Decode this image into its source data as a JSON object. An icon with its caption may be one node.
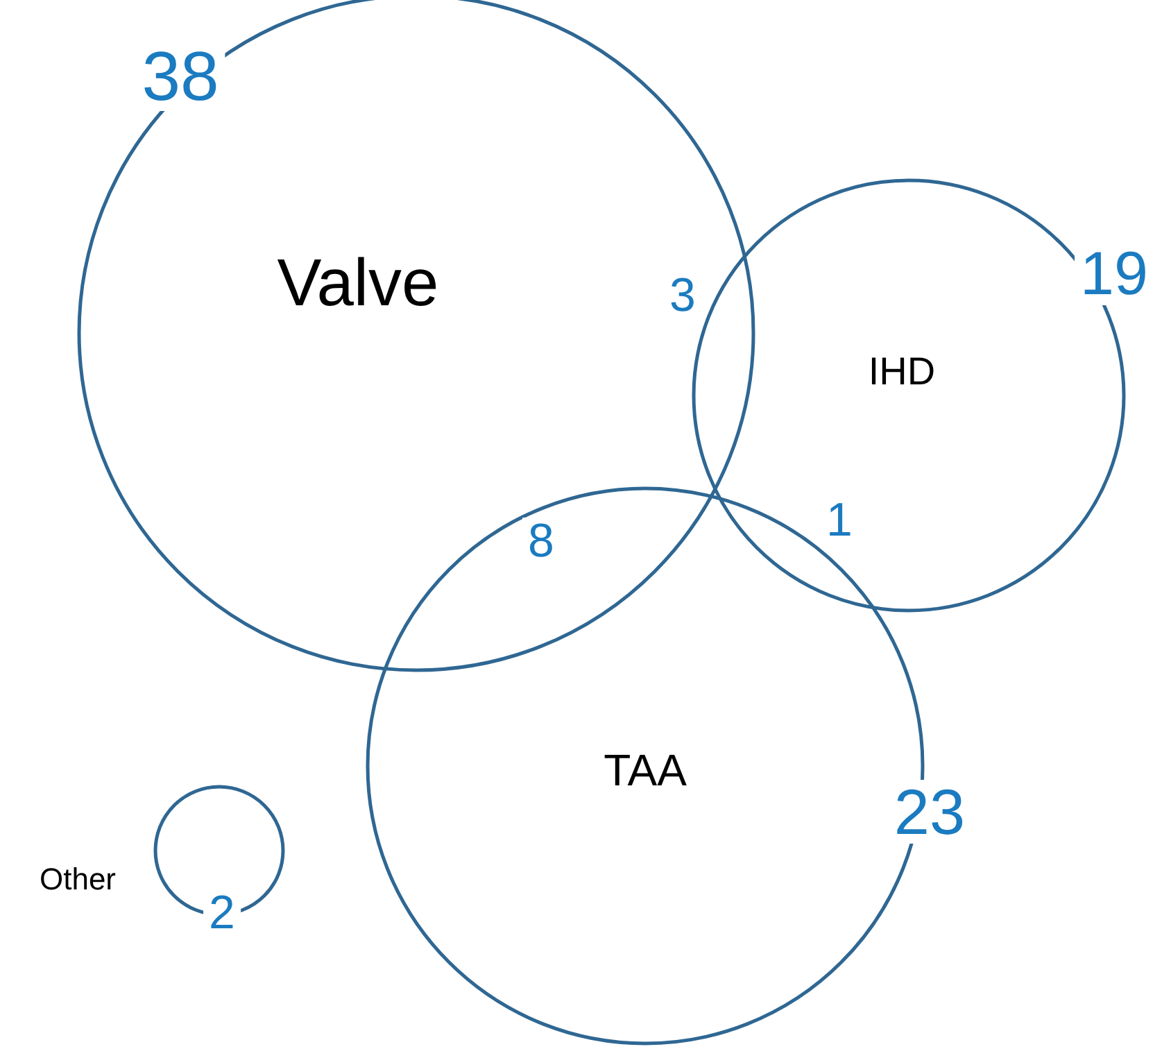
{
  "diagram": {
    "nodes": [
      {
        "text": [
          "Valve"
        ],
        "beside": [
          "38"
        ]
      },
      {
        "text": [
          "IHD"
        ],
        "beside": [
          "19"
        ]
      },
      {
        "text": [
          "TAA"
        ],
        "beside": [
          "23"
        ]
      },
      {
        "text": [
          "Other",
          "2"
        ]
      }
    ],
    "edges": [],
    "labels": [
      "3",
      "8",
      "1"
    ]
  }
}
